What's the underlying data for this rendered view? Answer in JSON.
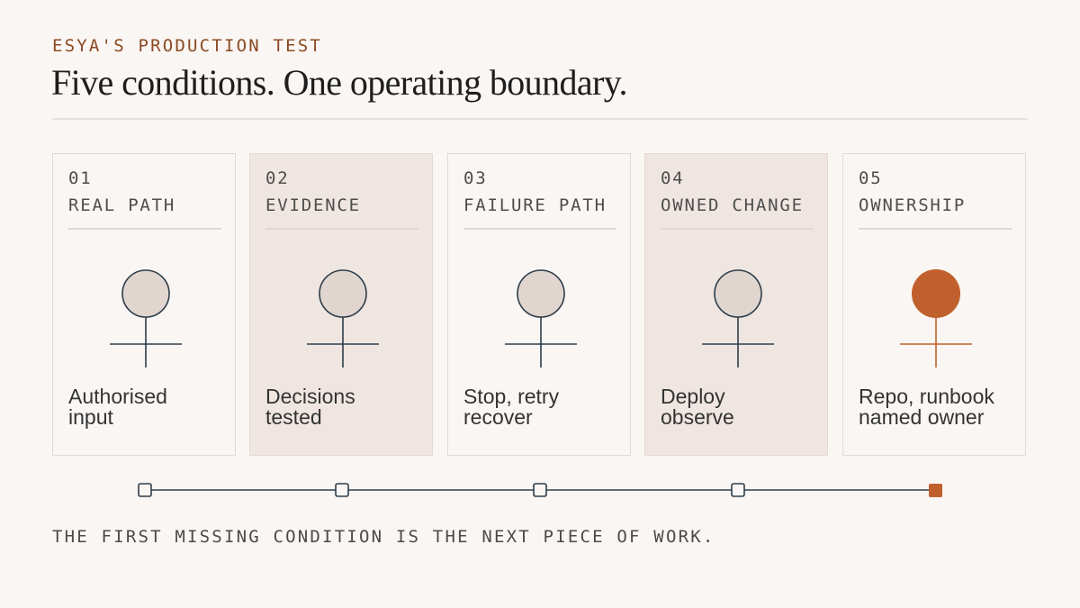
{
  "header": {
    "eyebrow": "ESYA'S PRODUCTION TEST",
    "title": "Five conditions. One operating boundary."
  },
  "conditions": [
    {
      "number": "01",
      "label": "REAL PATH",
      "line1": "Authorised",
      "line2": "input",
      "met": false
    },
    {
      "number": "02",
      "label": "EVIDENCE",
      "line1": "Decisions",
      "line2": "tested",
      "met": false
    },
    {
      "number": "03",
      "label": "FAILURE PATH",
      "line1": "Stop, retry",
      "line2": "recover",
      "met": false
    },
    {
      "number": "04",
      "label": "OWNED CHANGE",
      "line1": "Deploy",
      "line2": "observe",
      "met": false
    },
    {
      "number": "05",
      "label": "OWNERSHIP",
      "line1": "Repo, runbook",
      "line2": "named owner",
      "met": false,
      "highlighted": true
    }
  ],
  "footer": {
    "note": "THE FIRST MISSING CONDITION IS THE NEXT PIECE OF WORK."
  },
  "colors": {
    "accent": "#c0602d",
    "ink": "#2e3d4a",
    "neutral_fill": "#e0d6cf"
  }
}
